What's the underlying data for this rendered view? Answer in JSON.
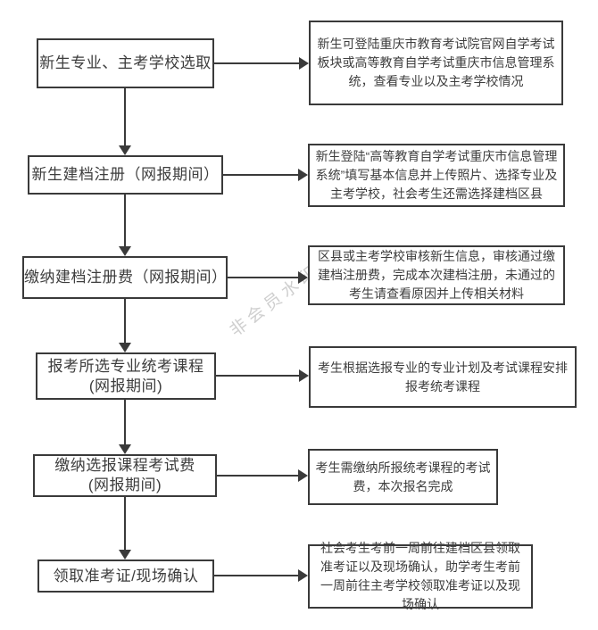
{
  "watermark": "非会员水印",
  "colors": {
    "line": "#3a3a3a",
    "text": "#3d3d3d",
    "box_background": "#ffffff",
    "watermark": "#cfcfcf"
  },
  "flow": {
    "steps": [
      {
        "label": "新生专业、主考学校选取",
        "detail": "新生可登陆重庆市教育考试院官网自学考试板块或高等教育自学考试重庆市信息管理系统，查看专业以及主考学校情况"
      },
      {
        "label": "新生建档注册（网报期间）",
        "detail": "新生登陆“高等教育自学考试重庆市信息管理系统”填写基本信息并上传照片、选择专业及主考学校，社会考生还需选择建档区县"
      },
      {
        "label": "缴纳建档注册费（网报期间）",
        "detail": "区县或主考学校审核新生信息，审核通过缴建档注册费，完成本次建档注册，未通过的考生请查看原因并上传相关材料"
      },
      {
        "label": "报考所选专业统考课程\n(网报期间)",
        "detail": "考生根据选报专业的专业计划及考试课程安排报考统考课程"
      },
      {
        "label": "缴纳选报课程考试费\n(网报期间)",
        "detail": "考生需缴纳所报统考课程的考试费，本次报名完成"
      },
      {
        "label": "领取准考证/现场确认",
        "detail": "社会考生考前一周前往建档区县领取准考证以及现场确认，助学考生考前一周前往主考学校领取准考证以及现场确认"
      }
    ]
  }
}
